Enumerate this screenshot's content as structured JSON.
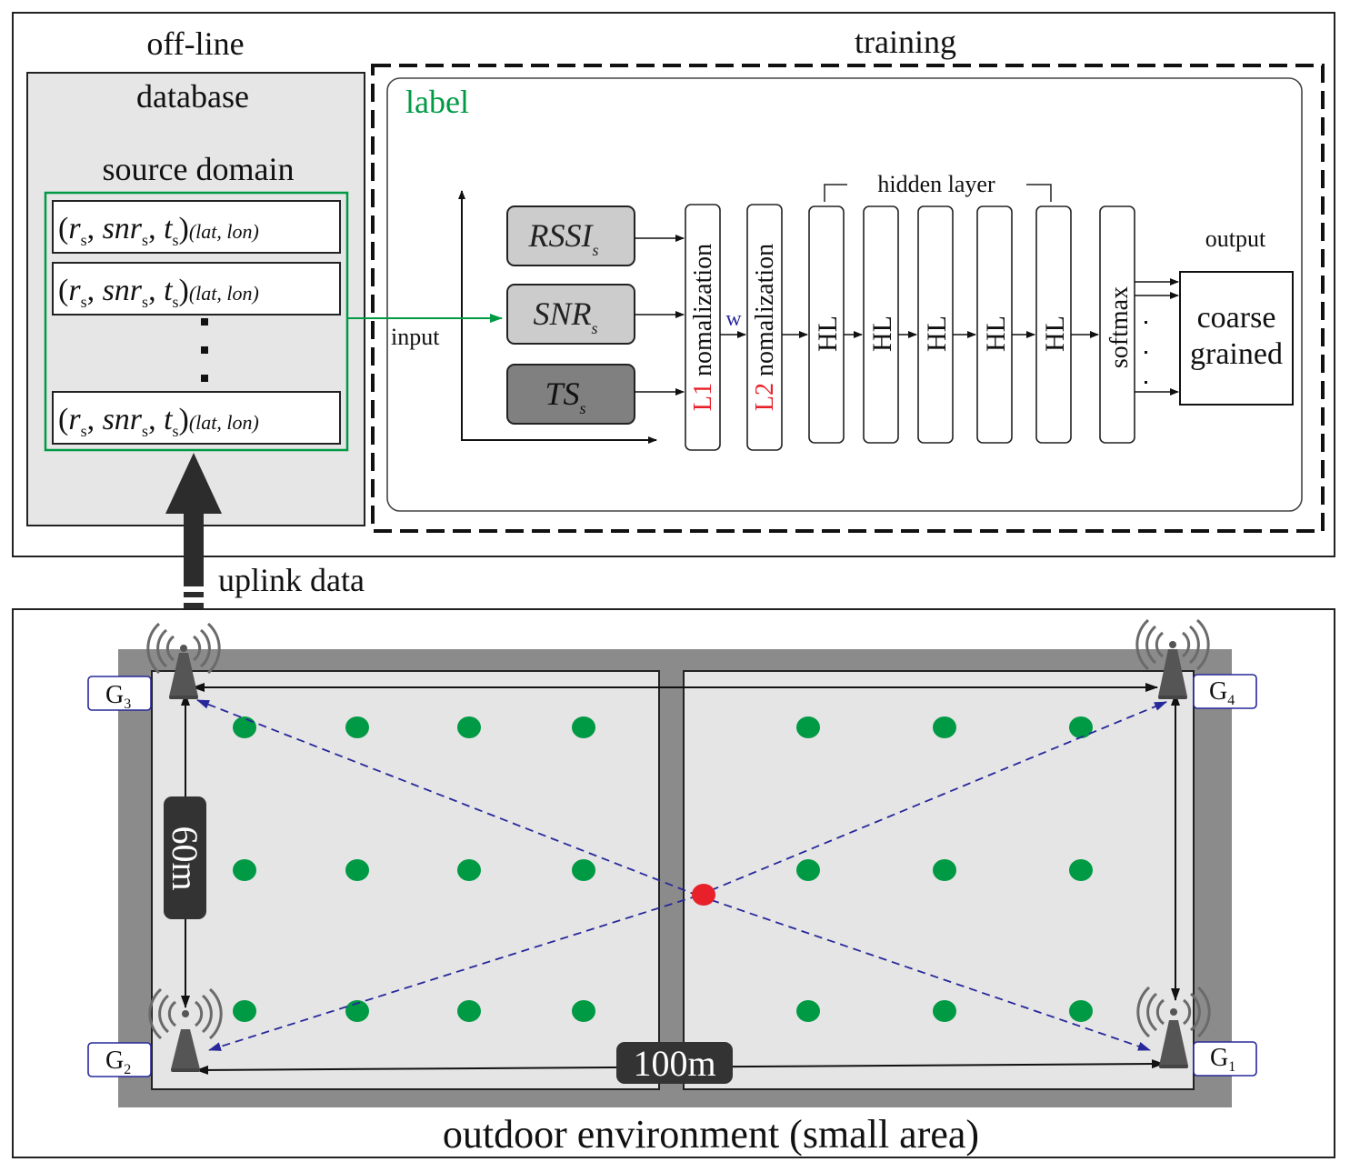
{
  "offline_section": {
    "title": "off-line",
    "database_label": "database",
    "source_domain_label": "source domain",
    "records": [
      {
        "open": "(",
        "r": "r",
        "snr": "snr",
        "t": "t",
        "sub": "s",
        "close": ")",
        "coords": "(lat, lon)"
      },
      {
        "open": "(",
        "r": "r",
        "snr": "snr",
        "t": "t",
        "sub": "s",
        "close": ")",
        "coords": "(lat, lon)"
      },
      {
        "open": "(",
        "r": "r",
        "snr": "snr",
        "t": "t",
        "sub": "s",
        "close": ")",
        "coords": "(lat, lon)"
      }
    ],
    "ellipsis": "·"
  },
  "training_section": {
    "title": "training",
    "label_text": "label",
    "input_label": "input",
    "features": [
      {
        "name": "RSSI",
        "sub": "s",
        "fill": "#cccccc"
      },
      {
        "name": "SNR",
        "sub": "s",
        "fill": "#cccccc"
      },
      {
        "name": "TS",
        "sub": "s",
        "fill": "#808080"
      }
    ],
    "l1_layer": {
      "prefix": "L1",
      "text": " nomalization"
    },
    "weight_label": "w",
    "l2_layer": {
      "prefix": "L2",
      "text": " nomalization"
    },
    "hidden_layer_label": "hidden layer",
    "hidden_units": [
      "HL",
      "HL",
      "HL",
      "HL",
      "HL"
    ],
    "softmax_label": "softmax",
    "output_label": "output",
    "output_box": {
      "line1": "coarse",
      "line2": "grained"
    }
  },
  "uplink_label": "uplink data",
  "environment": {
    "caption": "outdoor environment (small area)",
    "width_label": "100m",
    "height_label": "60m",
    "gateways": [
      {
        "name": "G",
        "sub": "3"
      },
      {
        "name": "G",
        "sub": "4"
      },
      {
        "name": "G",
        "sub": "2"
      },
      {
        "name": "G",
        "sub": "1"
      }
    ]
  },
  "colors": {
    "accent_green": "#009a44",
    "accent_red": "#e8202a",
    "link_blue": "#27289a",
    "zone_gray": "#8b8b8b",
    "field_gray": "#e5e5e5",
    "database_gray": "#e6e6e6"
  }
}
